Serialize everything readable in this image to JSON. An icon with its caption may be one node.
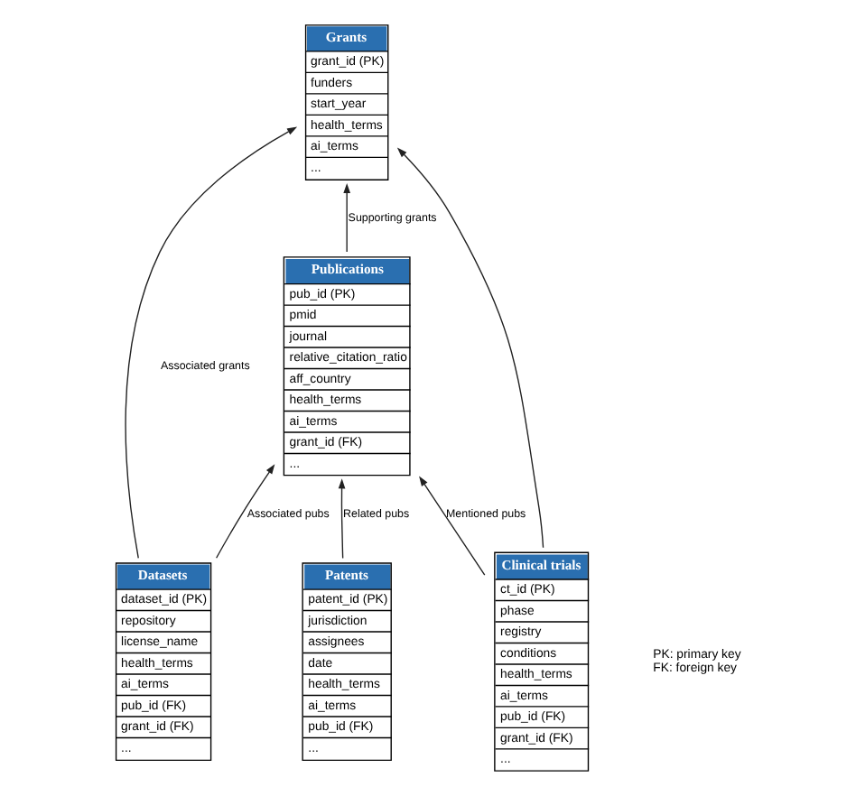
{
  "diagram": {
    "nodes": [
      {
        "text": [
          "Grants",
          "grant_id (PK)",
          "funders",
          "start_year",
          "health_terms",
          "ai_terms",
          "..."
        ]
      },
      {
        "text": [
          "Datasets",
          "dataset_id (PK)",
          "repository",
          "license_name",
          "health_terms",
          "ai_terms",
          "pub_id (FK)",
          "grant_id (FK)",
          "..."
        ]
      },
      {
        "text": [
          "Publications",
          "pub_id (PK)",
          "pmid",
          "journal",
          "relative_citation_ratio",
          "aff_country",
          "health_terms",
          "ai_terms",
          "grant_id (FK)",
          "..."
        ]
      },
      {
        "text": [
          "Clinical trials",
          "ct_id (PK)",
          "phase",
          "registry",
          "conditions",
          "health_terms",
          "ai_terms",
          "pub_id (FK)",
          "grant_id (FK)",
          "..."
        ]
      },
      {
        "text": [
          "Patents",
          "patent_id (PK)",
          "jurisdiction",
          "assignees",
          "date",
          "health_terms",
          "ai_terms",
          "pub_id (FK)",
          "..."
        ]
      }
    ],
    "edges": [
      {
        "from": 1,
        "to": 0,
        "arrow": "to",
        "label": "Associated grants"
      },
      {
        "from": 3,
        "to": 0,
        "arrow": "to"
      },
      {
        "from": 2,
        "to": 0,
        "arrow": "to",
        "label": "Supporting grants"
      },
      {
        "from": 1,
        "to": 2,
        "arrow": "to",
        "label": "Associated pubs"
      },
      {
        "from": 3,
        "to": 2,
        "arrow": "to",
        "label": "Mentioned pubs"
      },
      {
        "from": 4,
        "to": 2,
        "arrow": "to",
        "label": "Related pubs"
      }
    ],
    "labels": [
      "PK: primary key",
      "FK: foreign key"
    ]
  }
}
